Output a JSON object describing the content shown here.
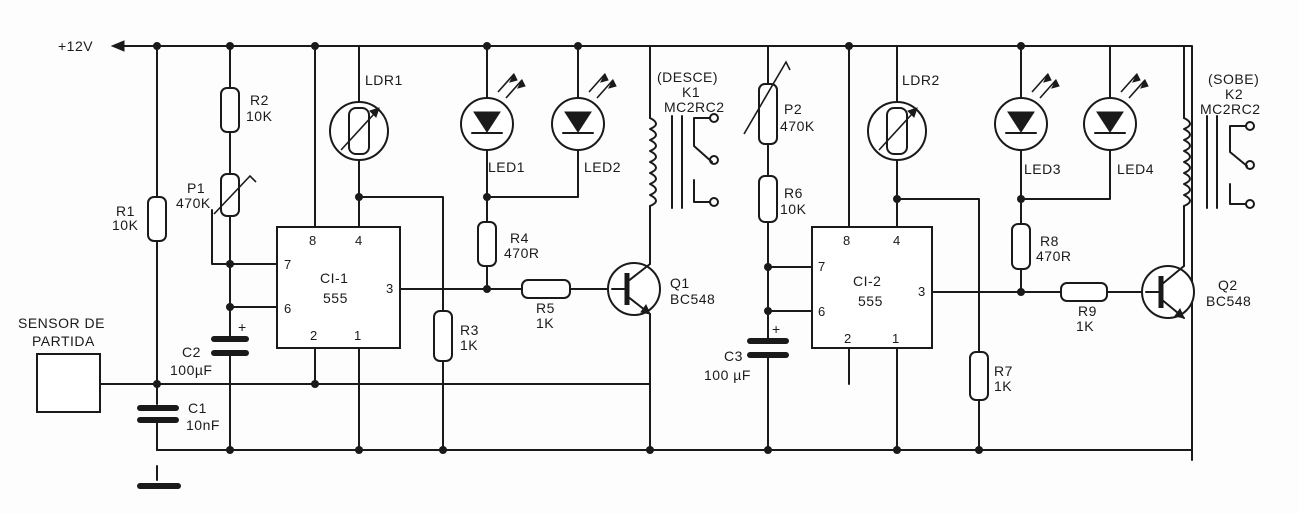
{
  "supply": {
    "label": "+12V"
  },
  "sensor": {
    "line1": "SENSOR DE",
    "line2": "PARTIDA"
  },
  "components": {
    "R1": {
      "ref": "R1",
      "value": "10K"
    },
    "R2": {
      "ref": "R2",
      "value": "10K"
    },
    "P1": {
      "ref": "P1",
      "value": "470K"
    },
    "C1": {
      "ref": "C1",
      "value": "10nF"
    },
    "C2": {
      "ref": "C2",
      "value": "100µF"
    },
    "LDR1": {
      "ref": "LDR1"
    },
    "IC1": {
      "ref": "CI-1",
      "type": "555",
      "pins": [
        "8",
        "4",
        "7",
        "6",
        "3",
        "2",
        "1"
      ]
    },
    "R3": {
      "ref": "R3",
      "value": "1K"
    },
    "R4": {
      "ref": "R4",
      "value": "470R"
    },
    "R5": {
      "ref": "R5",
      "value": "1K"
    },
    "LED1": {
      "ref": "LED1"
    },
    "LED2": {
      "ref": "LED2"
    },
    "Q1": {
      "ref": "Q1",
      "type": "BC548"
    },
    "K1": {
      "role": "(DESCE)",
      "ref": "K1",
      "type": "MC2RC2"
    },
    "P2": {
      "ref": "P2",
      "value": "470K"
    },
    "R6": {
      "ref": "R6",
      "value": "10K"
    },
    "C3": {
      "ref": "C3",
      "value": "100 µF"
    },
    "LDR2": {
      "ref": "LDR2"
    },
    "IC2": {
      "ref": "CI-2",
      "type": "555",
      "pins": [
        "8",
        "4",
        "7",
        "6",
        "3",
        "2",
        "1"
      ]
    },
    "R7": {
      "ref": "R7",
      "value": "1K"
    },
    "R8": {
      "ref": "R8",
      "value": "470R"
    },
    "R9": {
      "ref": "R9",
      "value": "1K"
    },
    "LED3": {
      "ref": "LED3"
    },
    "LED4": {
      "ref": "LED4"
    },
    "Q2": {
      "ref": "Q2",
      "type": "BC548"
    },
    "K2": {
      "role": "(SOBE)",
      "ref": "K2",
      "type": "MC2RC2"
    }
  },
  "plus_signs": {
    "c2": "+",
    "c3": "+"
  }
}
